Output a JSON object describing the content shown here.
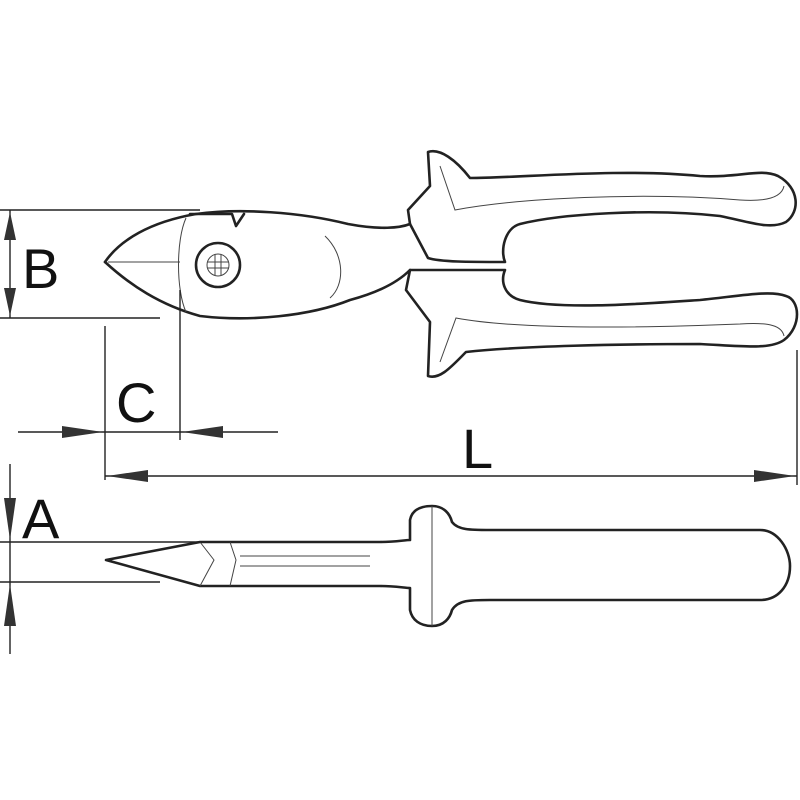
{
  "dimensions": {
    "b_label": "B",
    "c_label": "C",
    "l_label": "L",
    "a_label": "A"
  },
  "colors": {
    "line": "#222222",
    "background": "#ffffff"
  }
}
